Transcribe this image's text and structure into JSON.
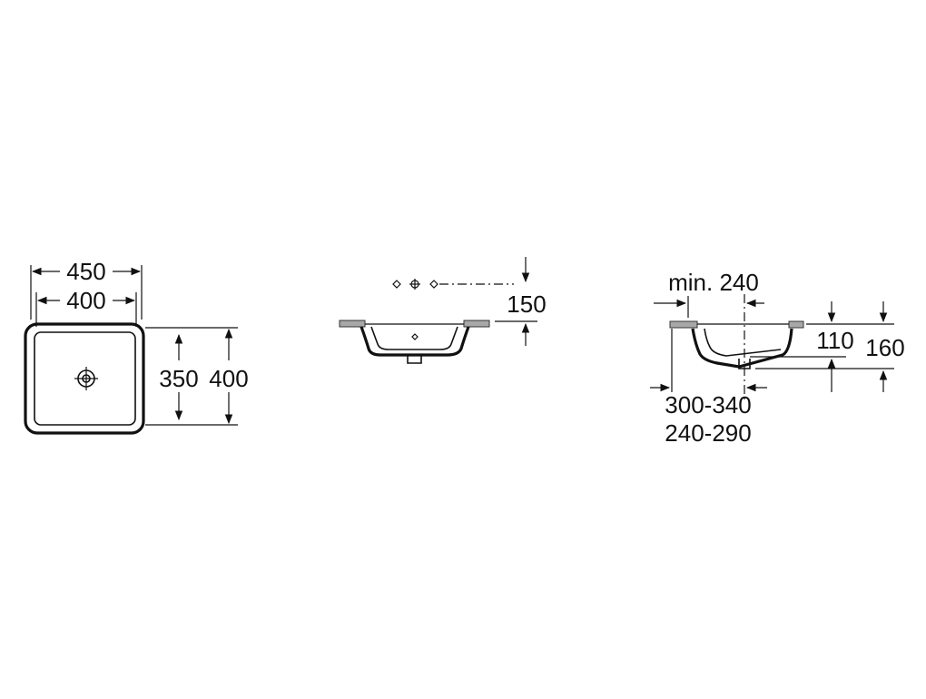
{
  "top_view": {
    "outer_width": "450",
    "inner_width": "400",
    "inner_depth": "350",
    "outer_depth": "400"
  },
  "front_view": {
    "tap_height": "150"
  },
  "side_view": {
    "min_clearance": "min. 240",
    "bowl_depth": "110",
    "total_height": "160",
    "drain_offset_a": "300-340",
    "drain_offset_b": "240-290"
  }
}
